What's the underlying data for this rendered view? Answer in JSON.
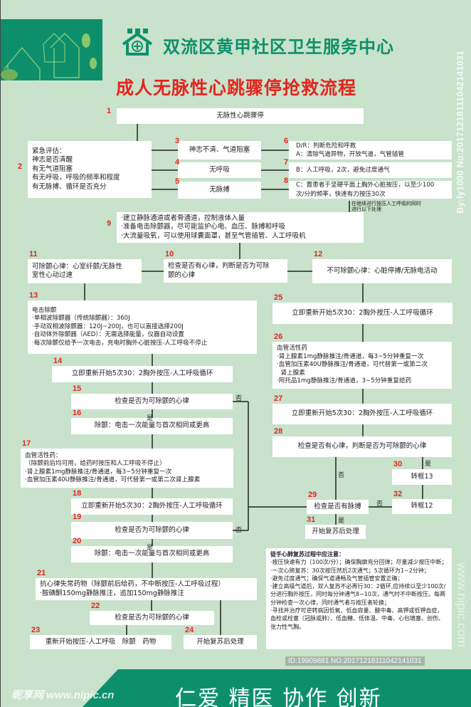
{
  "header": {
    "org_name": "双流区黄甲社区卫生服务中心",
    "title": "成人无脉性心跳骤停抢救流程",
    "logo": "community-health-house-icon"
  },
  "colors": {
    "background": "#c8e2cb",
    "brand_green": "#0e8f6c",
    "number_red": "#e3261e"
  },
  "nodes": {
    "n1": {
      "num": "1",
      "text": [
        "无脉性心跳骤停"
      ]
    },
    "n2": {
      "num": "2",
      "text": [
        "紧急评估：",
        "神志是否清醒",
        "有无气道阻塞",
        "有无呼吸，呼吸的频率和程度",
        "有无脉搏、循环是否充分"
      ]
    },
    "n3": {
      "num": "3",
      "text": [
        "神志不清、气道阻塞"
      ]
    },
    "n4": {
      "num": "4",
      "text": [
        "无呼吸"
      ]
    },
    "n5": {
      "num": "5",
      "text": [
        "无脉搏"
      ]
    },
    "n6": {
      "num": "6",
      "text": [
        "D/R：判断危险和呼救",
        "A：清除气道异物，开放气道，气管插管"
      ]
    },
    "n7": {
      "num": "7",
      "text": [
        "B：人工呼吸，2次，避免过度通气"
      ]
    },
    "n8": {
      "num": "8",
      "text": [
        "C：置患者于坚硬平面上胸外心脏按压，以至少100",
        "次/分的频率，快速有力按压30次"
      ]
    },
    "note8": {
      "text": [
        "在继续进行按压人工呼吸的同时",
        "进行以下处理"
      ]
    },
    "n9": {
      "num": "9",
      "text": [
        "·建立静脉通道或者骨通道，控制液体入量",
        "·准备电击除颤器，尽可能监护心电、血压、脉搏和呼吸",
        "·大流量吸氧，可以使用球囊面罩，甚至气管插管、人工呼吸机"
      ]
    },
    "n10": {
      "num": "10",
      "text": [
        "检查是否有心律，判断是否为可除",
        "颤的心律"
      ]
    },
    "n11": {
      "num": "11",
      "text": [
        "可除颤心律：心室纤颤/无脉性",
        "室性心动过速"
      ]
    },
    "n12": {
      "num": "12",
      "text": [
        "不可除颤心律：心脏停搏/无脉电活动"
      ]
    },
    "n13": {
      "num": "13",
      "text": [
        "电击除颤",
        "·单相波除颤器（传统除颤器）：360J",
        "·手动双相波除颤器：120J~200J，也可以直接选择200J",
        "·自动体外除颤器（AED）：无需选择能量，仪器自动设置",
        "·每次除颤仅给予一次电击，充电时胸外心脏按压-人工呼吸不停止"
      ]
    },
    "n14": {
      "num": "14",
      "text": [
        "立即重新开始5次30：2胸外按压-人工呼吸循环"
      ]
    },
    "n15": {
      "num": "15",
      "text": [
        "检查是否为可除颤的心律"
      ]
    },
    "n16": {
      "num": "16",
      "text": [
        "除颤：电击一次能量与首次相同或更高"
      ]
    },
    "n17": {
      "num": "17",
      "text": [
        "血管活性药：",
        "（除颤前后均可用，给药时按压和人工呼吸不停止）",
        "·肾上腺素1mg静脉推注/骨通道，每3~5分钟重复一次",
        "·血管加压素40U静脉推注/骨通道，可代替第一或第二次肾上腺素"
      ]
    },
    "n18": {
      "num": "18",
      "text": [
        "立即重新开始5次30：2胸外按压-人工呼吸循环"
      ]
    },
    "n19": {
      "num": "19",
      "text": [
        "检查是否为可除颤的心律"
      ]
    },
    "n20": {
      "num": "20",
      "text": [
        "除颤：电击一次能量与首次相同或更高"
      ]
    },
    "n21": {
      "num": "21",
      "text": [
        "抗心律失常药物（除颤前后给药，不中断按压-人工呼吸过程）",
        "·胺碘酮150mg静脉推注，追加150mg静脉推注"
      ]
    },
    "n22": {
      "num": "22",
      "text": [
        "检查是否为可除颤的心律"
      ]
    },
    "n23": {
      "num": "23",
      "text": [
        "重新开始按压-人工呼吸　除颤　药物"
      ]
    },
    "n24": {
      "num": "24",
      "text": [
        "开始复苏后处理"
      ]
    },
    "n25": {
      "num": "25",
      "text": [
        "立即重新开始5次30：2胸外按压-人工呼吸循环"
      ]
    },
    "n26": {
      "num": "26",
      "text": [
        "血管活性药",
        "·肾上腺素1mg静脉推注/骨通道，每3~5分钟重复一次",
        "·血管加压素40U静脉推注/骨通道，可代替第一或第二次",
        "  肾上腺素",
        "·阿托品1mg静脉推注/骨通道，3~5分钟重复给药"
      ]
    },
    "n27": {
      "num": "27",
      "text": [
        "立即重新开始5次30：2胸外按压-人工呼吸循环"
      ]
    },
    "n28": {
      "num": "28",
      "text": [
        "检查是否有心律，判断是否为可除颤的心律"
      ]
    },
    "n29": {
      "num": "29",
      "text": [
        "检查是否有脉搏"
      ]
    },
    "n30": {
      "num": "30",
      "text": [
        "转框13"
      ]
    },
    "n31": {
      "num": "31",
      "text": [
        "开始复苏后处理"
      ]
    },
    "n32": {
      "num": "32",
      "text": [
        "转框12"
      ]
    }
  },
  "labels": {
    "yes": "是",
    "no": "否"
  },
  "notes": {
    "title": "徒手心肺复苏过程中应注意：",
    "items": [
      "·按压快速有力（100次/分）；确保胸廓充分回弹；尽量减少按压中断；",
      "·一次心肺复苏：30次按压然后2次通气；5次循环为1~2分钟；",
      "·避免过度通气；确保气道通畅及气管插管安置正确；",
      "·建立高级气道后，双人复苏不必再行30：2循环,应持续以至少100次/分进行胸外按压，同时每分钟通气8~10次，通气时不中断按压。每两分钟检查一次心律，同时通气者与按压者轮换；",
      "·寻找并治疗可逆转病因低氧、低血容量、酸中毒、高钾或低钾血症，血栓或栓塞（冠脉或肺）、低血糖、低体温、中毒、心包填塞、创伤、张力性气胸。"
    ]
  },
  "footer": {
    "slogan": "仁爱 精医 协作 创新",
    "site_logo": "昵享网 www.nipic.cn",
    "id_text": "ID:19909881 NO:20171218111042141031"
  },
  "watermark": {
    "side_text": "By:ly1000 No:20171218111042141031",
    "side_url": "www.nipic.com"
  }
}
